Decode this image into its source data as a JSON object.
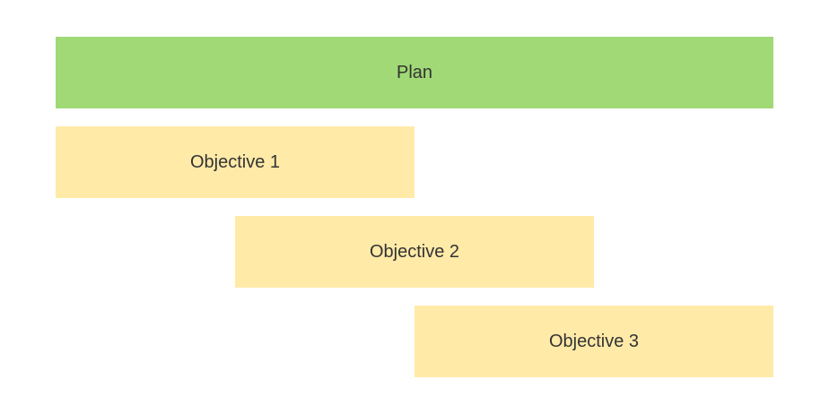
{
  "plan": {
    "label": "Plan",
    "color": "#a0d975"
  },
  "objectives": [
    {
      "label": "Objective 1",
      "color": "#ffeaa8"
    },
    {
      "label": "Objective 2",
      "color": "#ffeaa8"
    },
    {
      "label": "Objective 3",
      "color": "#ffeaa8"
    }
  ]
}
